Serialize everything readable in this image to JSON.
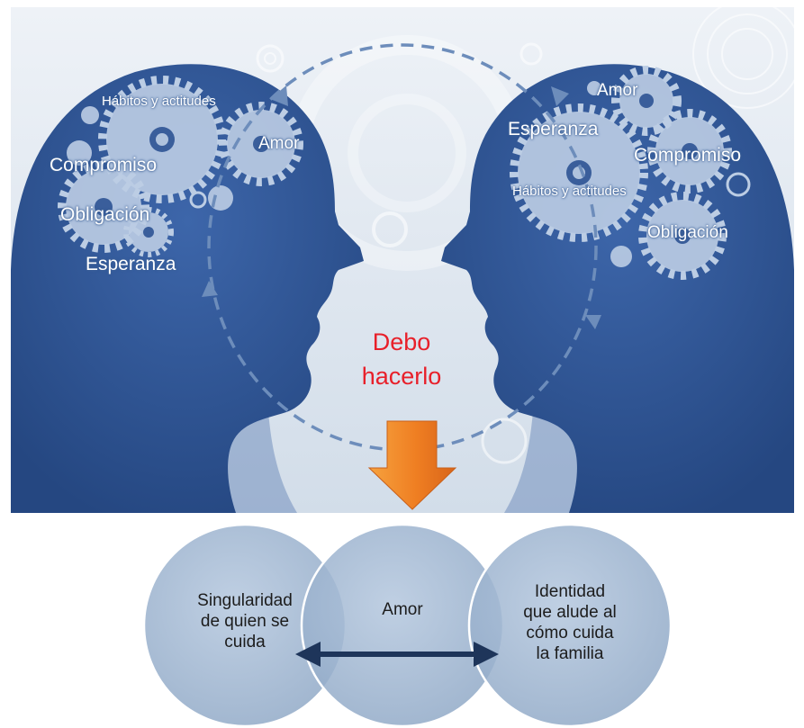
{
  "left_head": {
    "habits": "Hábitos y actitudes",
    "love": "Amor",
    "commitment": "Compromiso",
    "obligation": "Obligación",
    "hope": "Esperanza"
  },
  "right_head": {
    "love": "Amor",
    "hope": "Esperanza",
    "commitment": "Compromiso",
    "habits": "Hábitos y actitudes",
    "obligation": "Obligación"
  },
  "center": {
    "line1": "Debo",
    "line2": "hacerlo"
  },
  "venn": {
    "left": [
      "Singularidad",
      "de quien se",
      "cuida"
    ],
    "middle": "Amor",
    "right": [
      "Identidad",
      "que alude al",
      "cómo cuida",
      "la familia"
    ]
  },
  "colors": {
    "background": "#dde6f0",
    "head": "#2d5394",
    "gear": "#bccde4",
    "highlight": "#e8202a",
    "arrow": "#ef7e22",
    "circle": "#a3b9d3",
    "double_arrow": "#1e355a"
  }
}
